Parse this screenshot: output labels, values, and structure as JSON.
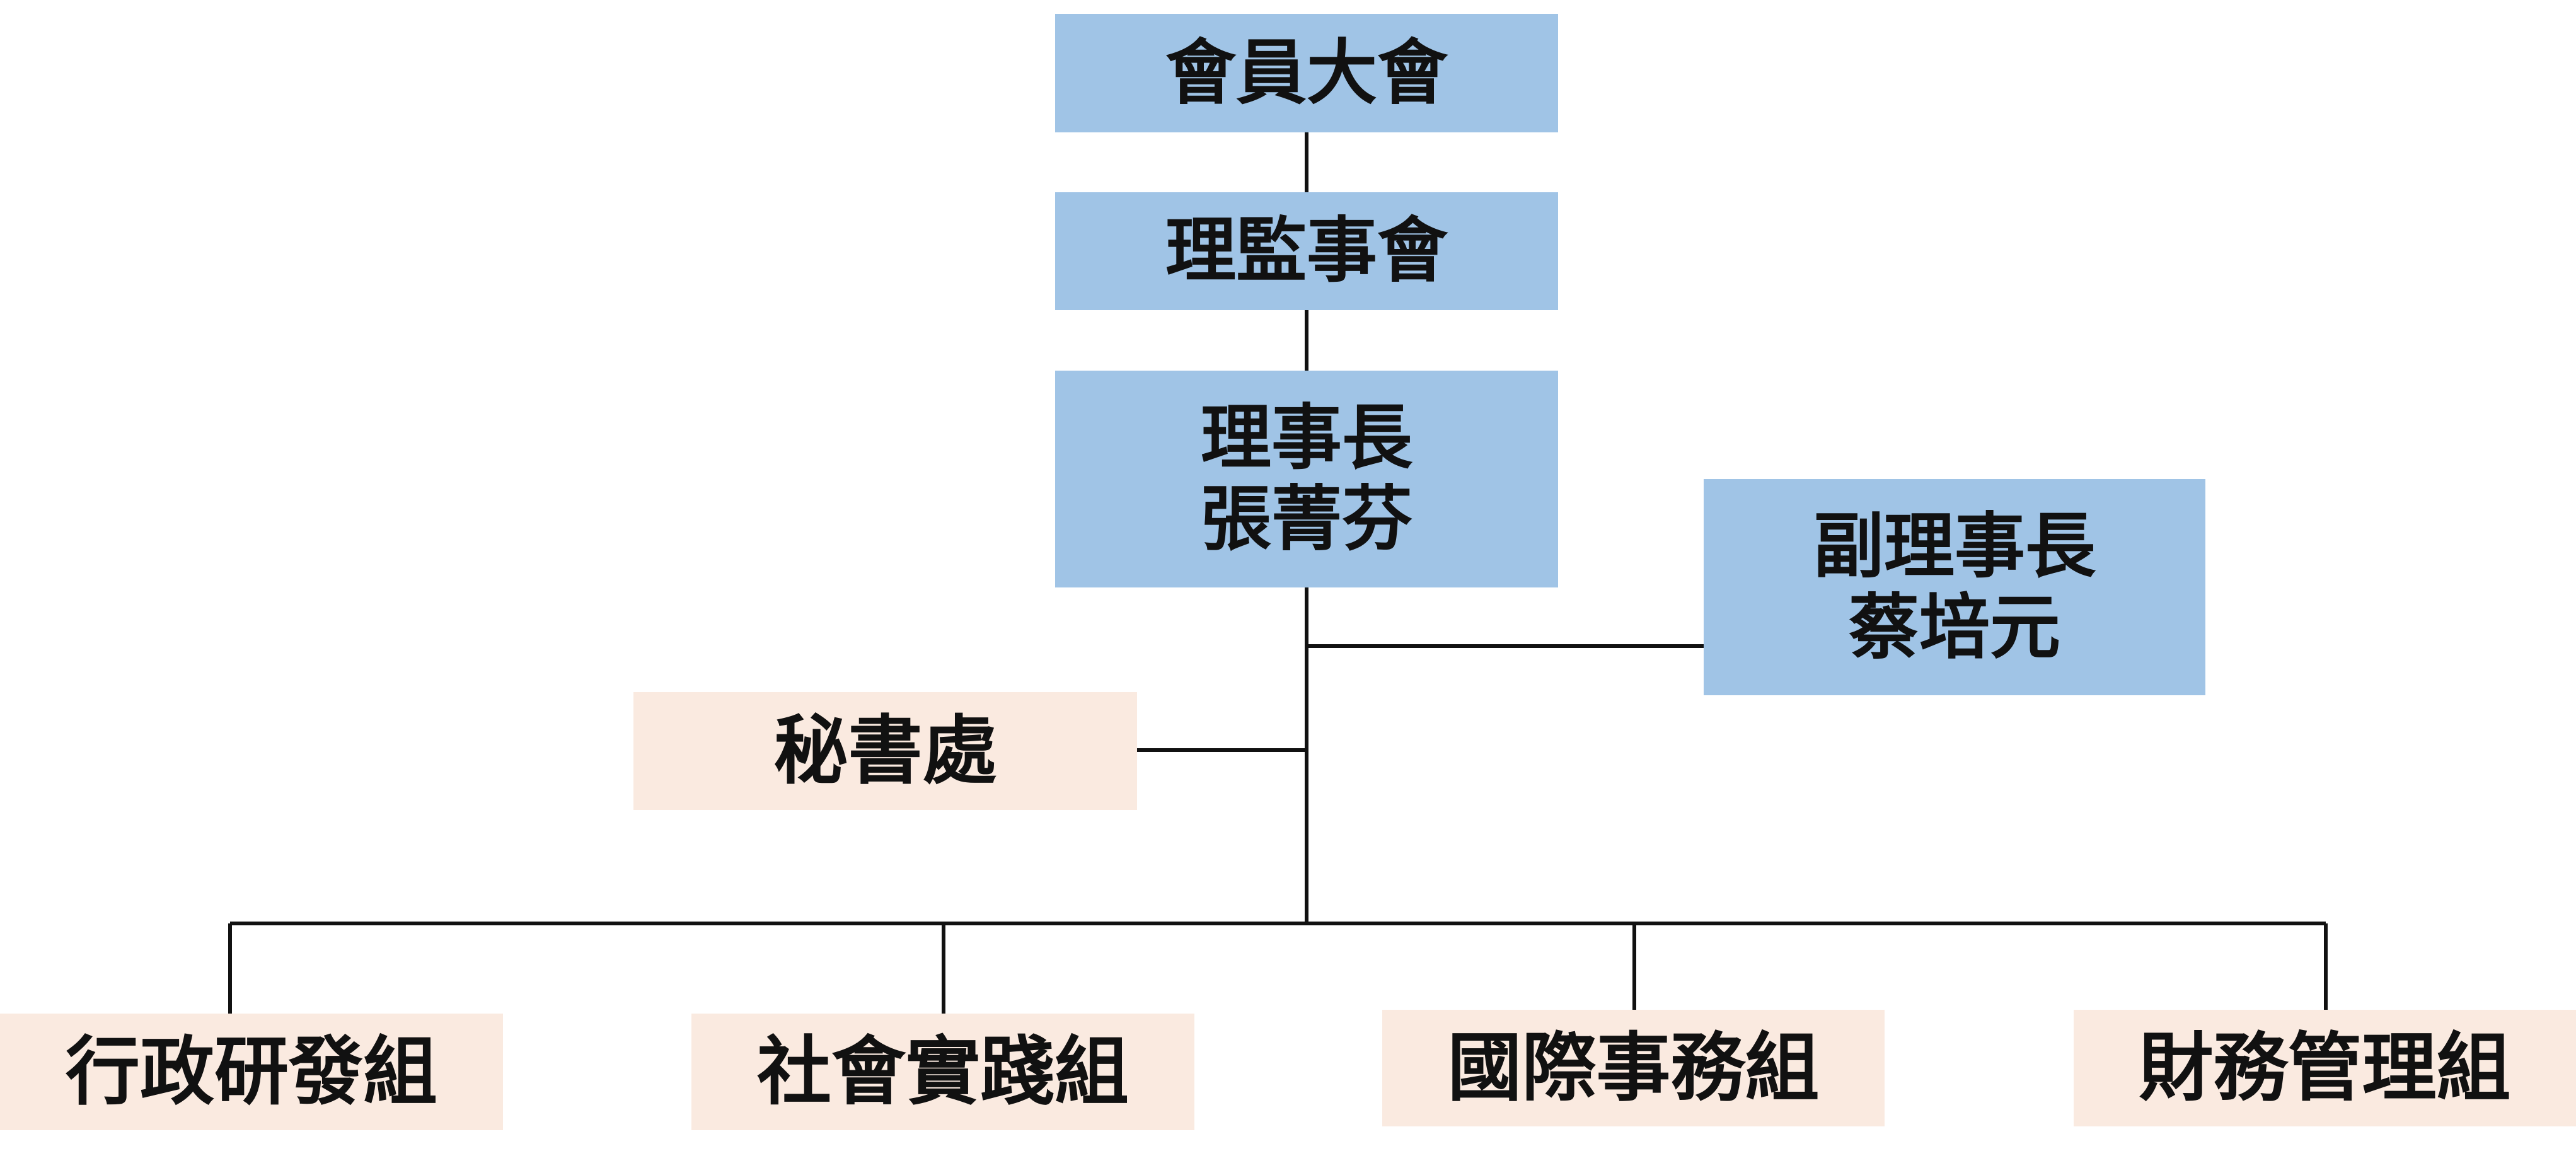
{
  "colors": {
    "board": "#a0c4e6",
    "department": "#faeae0",
    "line": "#111111",
    "text": "#111111"
  },
  "nodes": {
    "general_assembly": {
      "label": "會員大會"
    },
    "board_of_directors": {
      "label": "理監事會"
    },
    "chairperson": {
      "title": "理事長",
      "name": "張菁芬"
    },
    "vice_chairperson": {
      "title": "副理事長",
      "name": "蔡培元"
    },
    "secretariat": {
      "label": "秘書處"
    },
    "groups": [
      {
        "label": "行政研發組"
      },
      {
        "label": "社會實踐組"
      },
      {
        "label": "國際事務組"
      },
      {
        "label": "財務管理組"
      }
    ]
  }
}
